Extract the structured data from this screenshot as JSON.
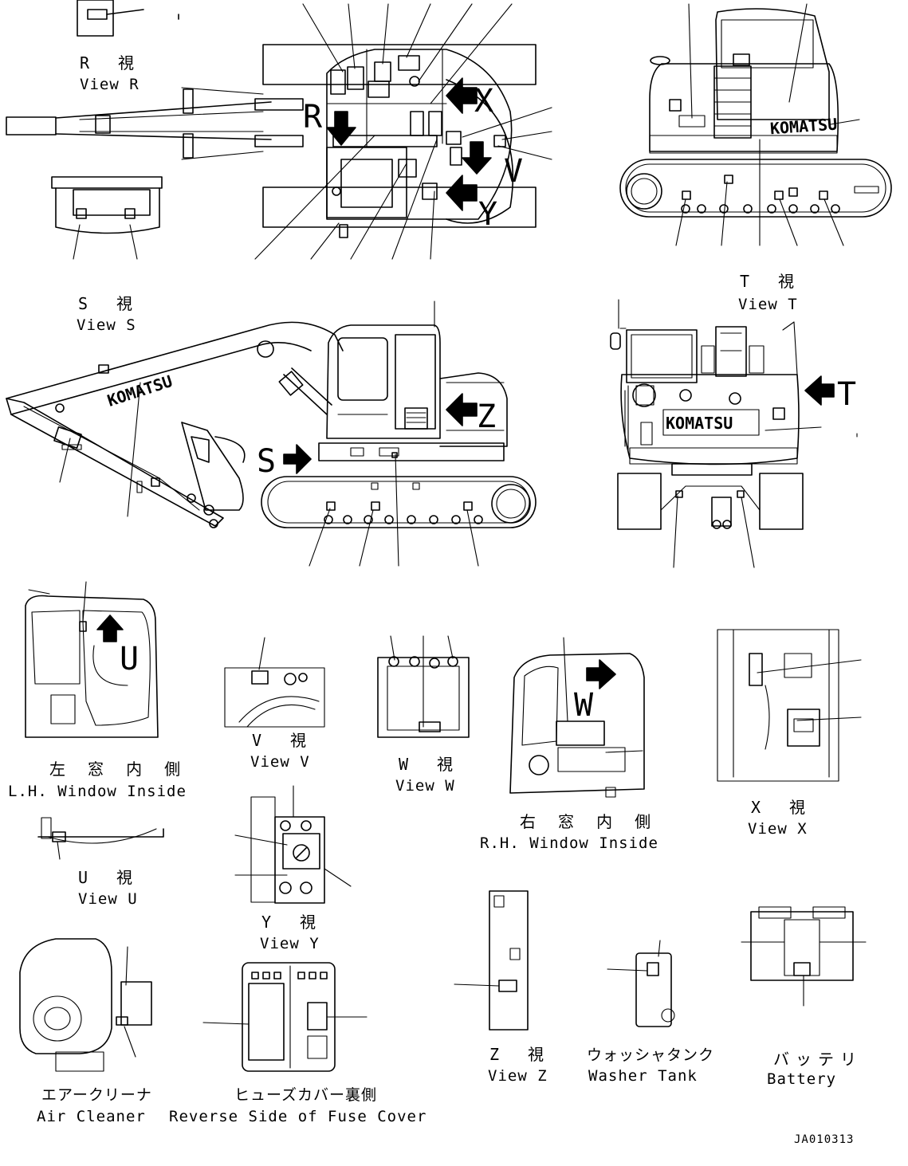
{
  "drawing_number": "JA010313",
  "brand": "KOMATSU",
  "view_letters": [
    "R",
    "X",
    "V",
    "Y",
    "S",
    "Z",
    "T",
    "U",
    "W"
  ],
  "captions": {
    "view_r": {
      "jp": "R　視",
      "en": "View R"
    },
    "view_s": {
      "jp": "S　視",
      "en": "View S"
    },
    "view_t": {
      "jp": "T　視",
      "en": "View T"
    },
    "lh_window": {
      "jp": "左 窓 内 側",
      "en": "L.H. Window Inside"
    },
    "view_v": {
      "jp": "V　視",
      "en": "View V"
    },
    "view_w": {
      "jp": "W　視",
      "en": "View W"
    },
    "rh_window": {
      "jp": "右 窓 内 側",
      "en": "R.H. Window Inside"
    },
    "view_x": {
      "jp": "X　視",
      "en": "View X"
    },
    "view_u": {
      "jp": "U　視",
      "en": "View U"
    },
    "view_y": {
      "jp": "Y　視",
      "en": "View Y"
    },
    "view_z": {
      "jp": "Z　視",
      "en": "View Z"
    },
    "air_cleaner": {
      "jp": "エアークリーナ",
      "en": "Air Cleaner"
    },
    "fuse_cover": {
      "jp": "ヒューズカバー裏側",
      "en": "Reverse Side of Fuse Cover"
    },
    "washer_tank": {
      "jp": "ウォッシャタンク",
      "en": "Washer Tank"
    },
    "battery": {
      "jp": "バッテリ",
      "en": "Battery"
    }
  }
}
